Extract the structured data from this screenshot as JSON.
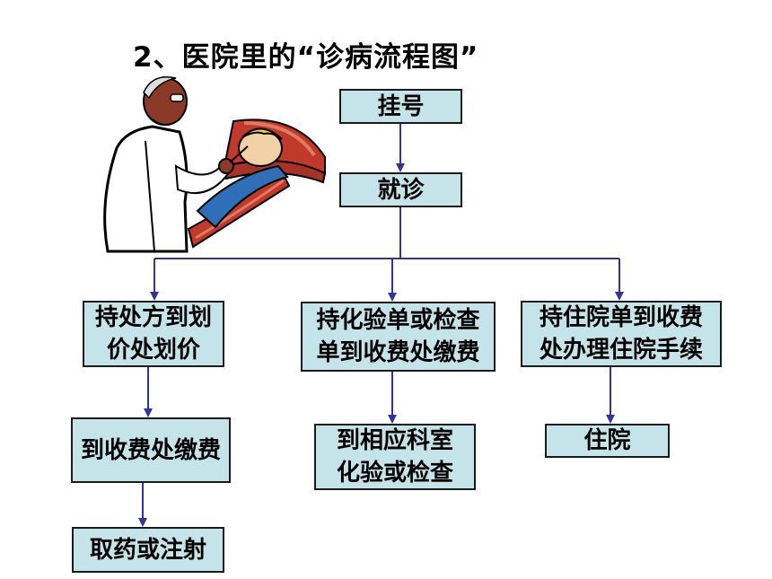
{
  "title": "2、医院里的“诊病流程图”",
  "colors": {
    "box_fill": "#c5e4ea",
    "box_border": "#1a1a1a",
    "connector": "#333399"
  },
  "illustration": {
    "icon": "doctor-examining-patient-icon"
  },
  "flow": {
    "register": {
      "lines": [
        "挂号"
      ]
    },
    "consult": {
      "lines": [
        "就诊"
      ]
    },
    "branch_left": {
      "step1": {
        "lines": [
          "持处方到划",
          "价处划价"
        ]
      },
      "step2": {
        "lines": [
          "到收费处缴费"
        ]
      },
      "step3": {
        "lines": [
          "取药或注射"
        ]
      }
    },
    "branch_middle": {
      "step1": {
        "lines": [
          "持化验单或检查",
          "单到收费处缴费"
        ]
      },
      "step2": {
        "lines": [
          "到相应科室",
          "化验或检查"
        ]
      }
    },
    "branch_right": {
      "step1": {
        "lines": [
          "持住院单到收费",
          "处办理住院手续"
        ]
      },
      "step2": {
        "lines": [
          "住院"
        ]
      }
    }
  }
}
